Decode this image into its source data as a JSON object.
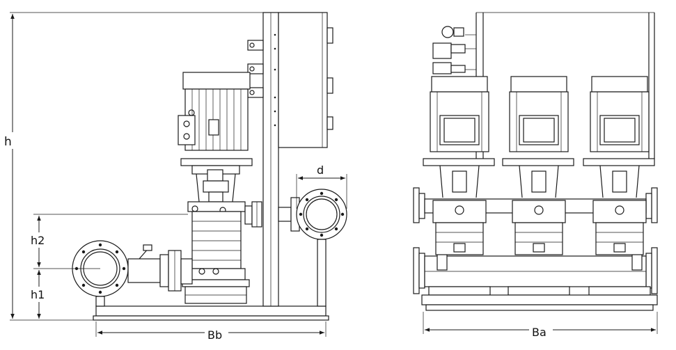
{
  "dimensions": {
    "h": "h",
    "h1": "h1",
    "h2": "h2",
    "d": "d",
    "Bb": "Bb",
    "Ba": "Ba"
  },
  "colors": {
    "line": "#1a1a1a",
    "background": "#ffffff"
  }
}
